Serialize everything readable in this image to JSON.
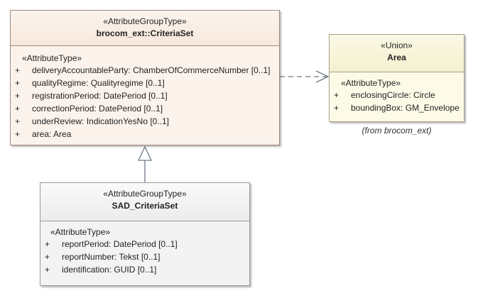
{
  "diagram": {
    "classes": [
      {
        "key": "criteria",
        "stereotype": "«AttributeGroupType»",
        "name": "brocom_ext::CriteriaSet",
        "section_stereotype": "«AttributeType»",
        "attributes": [
          {
            "vis": "+",
            "text": "deliveryAccountableParty: ChamberOfCommerceNumber [0..1]"
          },
          {
            "vis": "+",
            "text": "qualityRegime: Qualityregime [0..1]"
          },
          {
            "vis": "+",
            "text": "registrationPeriod: DatePeriod [0..1]"
          },
          {
            "vis": "+",
            "text": "correctionPeriod: DatePeriod [0..1]"
          },
          {
            "vis": "+",
            "text": "underReview: IndicationYesNo [0..1]"
          },
          {
            "vis": "+",
            "text": "area: Area"
          }
        ]
      },
      {
        "key": "area",
        "stereotype": "«Union»",
        "name": "Area",
        "section_stereotype": "«AttributeType»",
        "attributes": [
          {
            "vis": "+",
            "text": "enclosingCircle: Circle"
          },
          {
            "vis": "+",
            "text": "boundingBox: GM_Envelope"
          }
        ],
        "from_note": "(from brocom_ext)"
      },
      {
        "key": "sad",
        "stereotype": "«AttributeGroupType»",
        "name": "SAD_CriteriaSet",
        "section_stereotype": "«AttributeType»",
        "attributes": [
          {
            "vis": "+",
            "text": "reportPeriod: DatePeriod [0..1]"
          },
          {
            "vis": "+",
            "text": "reportNumber: Tekst [0..1]"
          },
          {
            "vis": "+",
            "text": "identification: GUID [0..1]"
          }
        ]
      }
    ],
    "relations": [
      {
        "type": "dependency",
        "from": "CriteriaSet",
        "to": "Area"
      },
      {
        "type": "generalization",
        "from": "SAD_CriteriaSet",
        "to": "CriteriaSet"
      }
    ],
    "colors": {
      "criteria_fill": "#fbf2ec",
      "area_fill": "#fdfbe8",
      "sad_fill": "#f3f3f3",
      "edge": "#6e7a86"
    }
  }
}
